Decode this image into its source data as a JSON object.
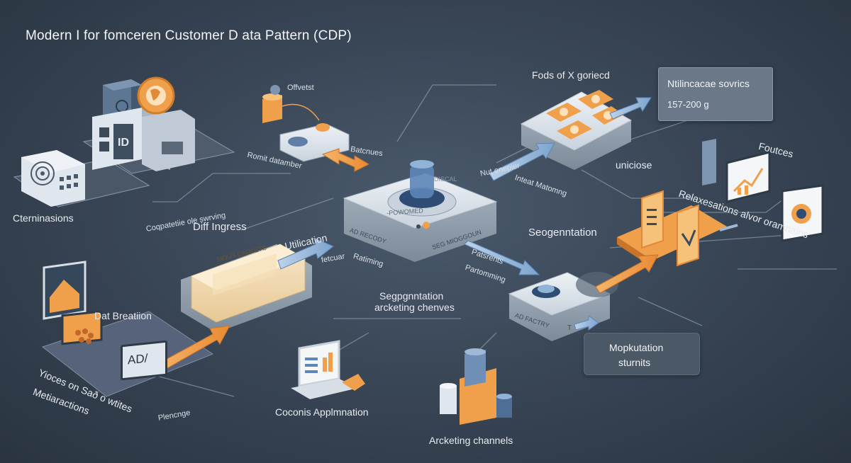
{
  "title": "Modern I for fomceren Customer D ata Pattern (CDP)",
  "colors": {
    "background": "#3a4757",
    "accent_orange": "#f0a04b",
    "accent_blue": "#8fb4d8",
    "node_light": "#dfe6ee"
  },
  "labels": {
    "cterminations": "Cterninasions",
    "capabilities": "Coqpatetiie ole swrving",
    "diff_ingress": "Diff Ingress",
    "offvetst": "Offvetst",
    "remit": "Romit datamber",
    "batches": "Batcnues",
    "fods": "Fods of X goriecd",
    "nut": "Nut enepier",
    "intent": "Inteat Matomng",
    "unicose": "uniciose",
    "hub_top": "DISCAL",
    "hub_mid": "-POWOMED",
    "hub_left": "AD RECODY",
    "hub_right": "SEG MIOGGOUN",
    "utilization": "Utilication",
    "feedbar": "fetcuar",
    "retiming": "Ratiming",
    "modules": "MOUS CAOLETS",
    "segmentation_mid": "Segpgnntation",
    "marketing_mid": "arcketing chenves",
    "dat_breath": "Dat Breatiion",
    "ad_label": "AD/",
    "visitors": "Yioces on Sað o wtites",
    "meta": "Metiaractions",
    "planning": "Plencnge",
    "console": "Coconis Applmnation",
    "marketing_bottom": "Arcketing channels",
    "seog": "Seogenntation",
    "patsrents": "Patsrents",
    "partomming": "Partomming",
    "adfactry": "AD FACTRY",
    "routes": "Foutces",
    "relaxe": "Relaxesations alvor oramnains",
    "info_line1": "Ntilincacae sovrics",
    "info_line2": "157-200 g",
    "mop_line1": "Mopkutation",
    "mop_line2": "sturnits"
  }
}
